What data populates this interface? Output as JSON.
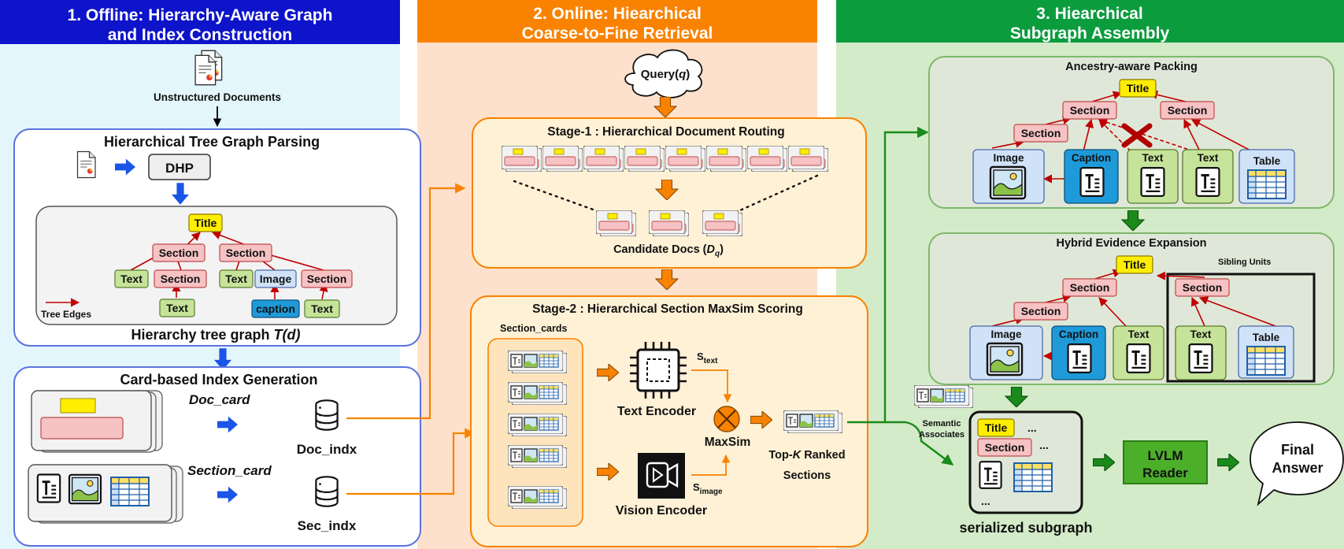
{
  "colors": {
    "panel1_header": "#0e14c9",
    "panel1_bg": "#e3f6fb",
    "panel2_header": "#f98200",
    "panel2_bg": "#fde1cc",
    "panel3_header": "#0b9c3e",
    "panel3_bg": "#d3ebc8",
    "title_node": "#ffee00",
    "section_node": "#f6c2c4",
    "text_node": "#c6e39a",
    "image_node": "#cfe2f8",
    "caption_node": "#1f9ad9",
    "tree_edge": "#c00000",
    "flow_arrow_orange": "#f98200",
    "flow_arrow_blue": "#1a55e8",
    "flow_arrow_green": "#1a8a1a"
  },
  "panel1": {
    "title_line1": "1. Offline: Hierarchy-Aware Graph",
    "title_line2": "and Index Construction",
    "docs_label": "Unstructured Documents",
    "tree_parsing": {
      "title": "Hierarchical Tree Graph Parsing",
      "dhp": "DHP",
      "nodes": {
        "title": "Title",
        "section_a": "Section",
        "section_b": "Section",
        "text_a": "Text",
        "section_c": "Section",
        "text_b": "Text",
        "image": "Image",
        "section_d": "Section",
        "text_c": "Text",
        "caption": "caption",
        "text_d": "Text"
      },
      "legend": "Tree Edges",
      "caption_prefix": "Hierarchy tree graph ",
      "caption_math": "T(d)"
    },
    "index": {
      "title": "Card-based Index Generation",
      "doc_card": "Doc_card",
      "section_card": "Section_card",
      "doc_index": "Doc_indx",
      "sec_index": "Sec_indx"
    }
  },
  "panel2": {
    "title_line1": "2. Online: Hiearchical",
    "title_line2": "Coarse-to-Fine Retrieval",
    "query": "Query(",
    "query_var": "q",
    "query_close": ")",
    "stage1": {
      "title": "Stage-1 : Hierarchical Document Routing",
      "candidate": "Candidate Docs (",
      "candidate_var": "D",
      "candidate_sub": "q",
      "candidate_close": ")"
    },
    "stage2": {
      "title": "Stage-2 : Hierarchical Section MaxSim Scoring",
      "section_cards": "Section_cards",
      "text_encoder": "Text Encoder",
      "vision_encoder": "Vision Encoder",
      "s_text": "S",
      "s_text_sub": "text",
      "s_image": "S",
      "s_image_sub": "image",
      "maxsim": "MaxSim",
      "topk_line1_a": "Top-",
      "topk_line1_k": "K",
      "topk_line1_b": " Ranked",
      "topk_line2": "Sections"
    }
  },
  "panel3": {
    "title_line1": "3. Hiearchical",
    "title_line2": "Subgraph Assembly",
    "packing": {
      "title": "Ancestry-aware Packing",
      "title_node": "Title",
      "section_left": "Section",
      "section_right": "Section",
      "section_low": "Section",
      "image": "Image",
      "caption": "Caption",
      "text_a": "Text",
      "text_b": "Text",
      "table": "Table"
    },
    "expansion": {
      "title": "Hybrid Evidence Expansion",
      "sibling": "Sibling Units",
      "title_node": "Title",
      "section_top": "Section",
      "section_low": "Section",
      "section_sibling": "Section",
      "image": "Image",
      "caption": "Caption",
      "text_a": "Text",
      "text_b": "Text",
      "table": "Table"
    },
    "semantic_line1": "Semantic",
    "semantic_line2": "Associates",
    "serialized": {
      "title_node": "Title",
      "section_node": "Section",
      "dots": "...",
      "label": "serialized subgraph"
    },
    "lvlm_line1": "LVLM",
    "lvlm_line2": "Reader",
    "answer_line1": "Final",
    "answer_line2": "Answer"
  }
}
